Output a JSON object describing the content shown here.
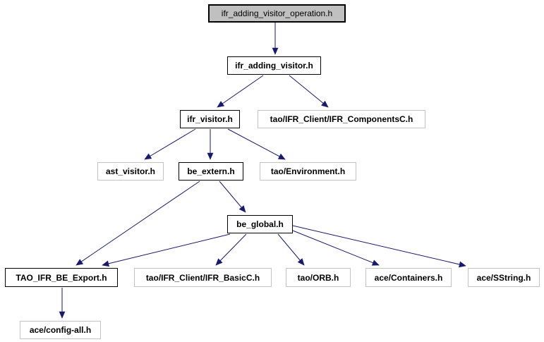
{
  "diagram": {
    "type": "include-dependency-graph",
    "root_file": "ifr_adding_visitor_operation.h",
    "colors": {
      "edge": "#191970",
      "root_fill": "#c0c0c0",
      "node_fill": "#ffffff",
      "border_strong": "#000000",
      "border_light": "#c3c3c3",
      "background": "#ffffff",
      "text": "#000000"
    },
    "nodes": [
      {
        "id": "op",
        "label": "ifr_adding_visitor_operation.h",
        "kind": "root"
      },
      {
        "id": "adding",
        "label": "ifr_adding_visitor.h",
        "kind": "linked"
      },
      {
        "id": "visitor",
        "label": "ifr_visitor.h",
        "kind": "linked"
      },
      {
        "id": "components",
        "label": "tao/IFR_Client/IFR_ComponentsC.h",
        "kind": "plain"
      },
      {
        "id": "ast",
        "label": "ast_visitor.h",
        "kind": "plain"
      },
      {
        "id": "extern",
        "label": "be_extern.h",
        "kind": "linked"
      },
      {
        "id": "env",
        "label": "tao/Environment.h",
        "kind": "plain"
      },
      {
        "id": "global",
        "label": "be_global.h",
        "kind": "linked"
      },
      {
        "id": "export",
        "label": "TAO_IFR_BE_Export.h",
        "kind": "linked"
      },
      {
        "id": "basic",
        "label": "tao/IFR_Client/IFR_BasicC.h",
        "kind": "plain"
      },
      {
        "id": "orb",
        "label": "tao/ORB.h",
        "kind": "plain"
      },
      {
        "id": "containers",
        "label": "ace/Containers.h",
        "kind": "plain"
      },
      {
        "id": "sstring",
        "label": "ace/SString.h",
        "kind": "plain"
      },
      {
        "id": "config",
        "label": "ace/config-all.h",
        "kind": "plain"
      }
    ],
    "edges": [
      {
        "from": "op",
        "to": "adding"
      },
      {
        "from": "adding",
        "to": "visitor"
      },
      {
        "from": "adding",
        "to": "components"
      },
      {
        "from": "visitor",
        "to": "ast"
      },
      {
        "from": "visitor",
        "to": "extern"
      },
      {
        "from": "visitor",
        "to": "env"
      },
      {
        "from": "extern",
        "to": "global"
      },
      {
        "from": "extern",
        "to": "export"
      },
      {
        "from": "global",
        "to": "export"
      },
      {
        "from": "global",
        "to": "basic"
      },
      {
        "from": "global",
        "to": "orb"
      },
      {
        "from": "global",
        "to": "containers"
      },
      {
        "from": "global",
        "to": "sstring"
      },
      {
        "from": "export",
        "to": "config"
      }
    ]
  }
}
